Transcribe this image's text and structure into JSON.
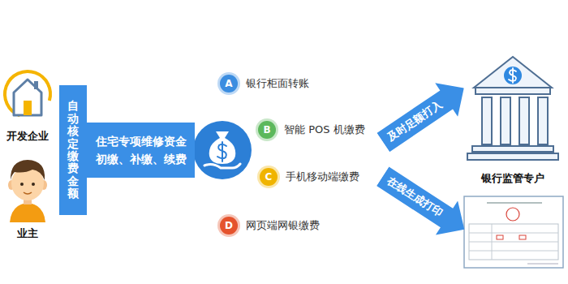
{
  "diagram": {
    "nodes": [
      {
        "text": [
          "开发企业"
        ]
      },
      {
        "text": [
          "业主"
        ]
      },
      {
        "text": [
          "自动核定缴费金额"
        ]
      },
      {
        "text": [
          "住宅专项维修资金 初缴、补缴、续费"
        ]
      },
      {
        "text": [
          "A",
          "银行柜面转账"
        ]
      },
      {
        "text": [
          "B",
          "智能 POS 机缴费"
        ]
      },
      {
        "text": [
          "C",
          "手机移动端缴费"
        ]
      },
      {
        "text": [
          "D",
          "网页端网银缴费"
        ]
      },
      {
        "text": [
          "及时足额打入"
        ]
      },
      {
        "text": [
          "在线生成打印"
        ]
      },
      {
        "text": [
          "银行监管专户"
        ]
      }
    ]
  }
}
